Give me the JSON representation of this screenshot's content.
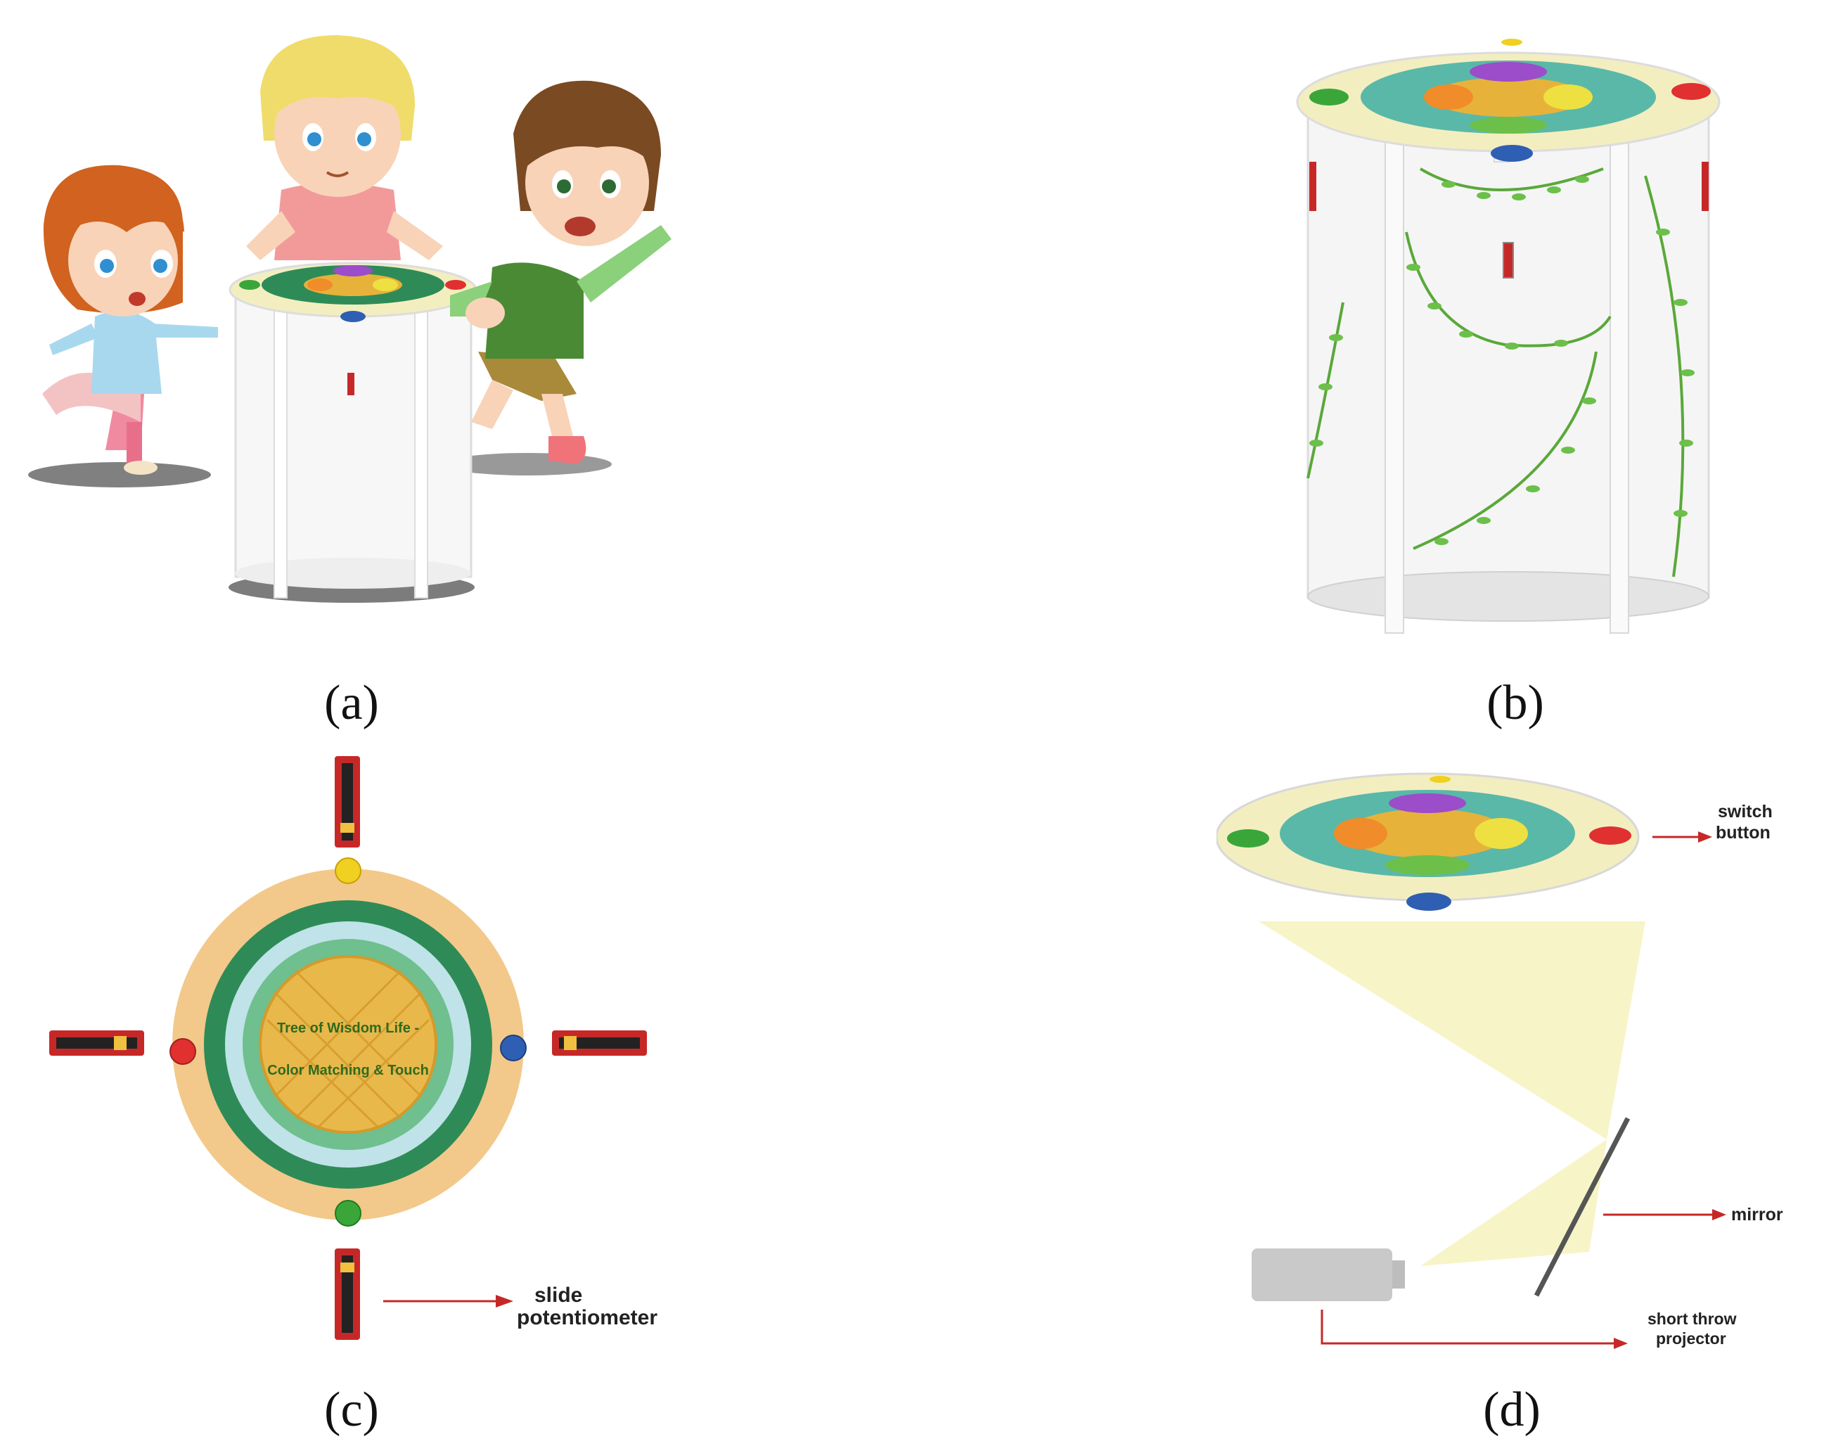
{
  "captions": {
    "a": "(a)",
    "b": "(b)",
    "c": "(c)",
    "d": "(d)"
  },
  "panel_c": {
    "disc_text_line1": "Tree of Wisdom Life -",
    "disc_text_line2": "Color Matching & Touch",
    "label_slide": "slide",
    "label_potentiometer": "potentiometer"
  },
  "panel_d": {
    "label_switch": "switch",
    "label_button": "button",
    "label_mirror": "mirror",
    "label_short_throw": "short throw",
    "label_projector": "projector"
  },
  "colors": {
    "red": "#e03030",
    "blue": "#2f5fb3",
    "green": "#3aa63a",
    "yellow": "#f0d020",
    "table_rim": "#f3eec0",
    "disc_ring": "#f2c98a",
    "arrow": "#c62828"
  }
}
